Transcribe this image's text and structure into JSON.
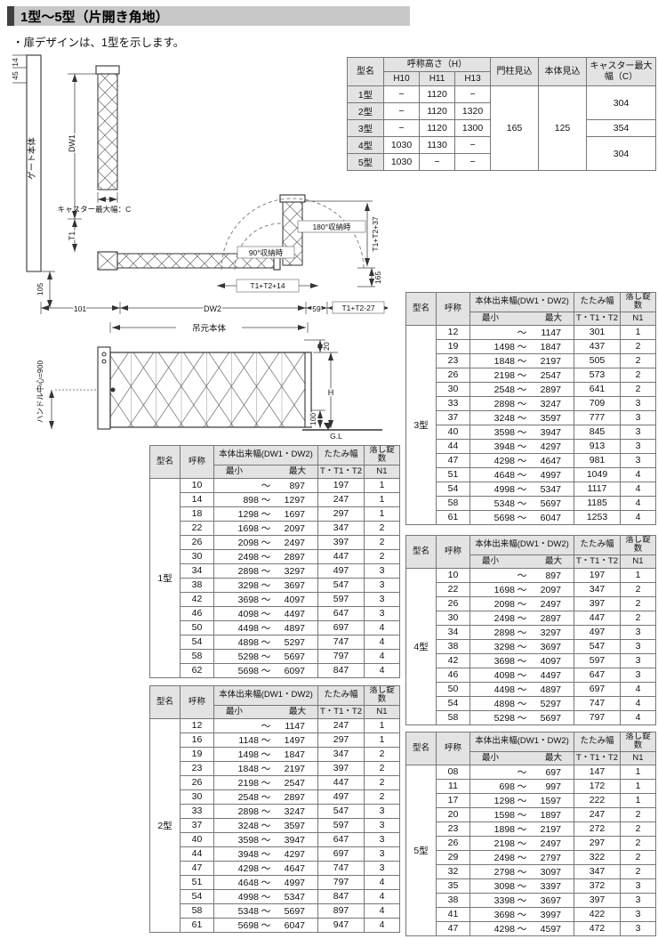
{
  "page": {
    "title": "1型〜5型（片開き角地）",
    "note": "・扉デザインは、1型を示します。"
  },
  "spec_table": {
    "headers": {
      "model": "型名",
      "height": "呼称高さ（H）",
      "h10": "H10",
      "h11": "H11",
      "h13": "H13",
      "pillar": "門柱見込",
      "body": "本体見込",
      "caster": "キャスター最大幅（C）"
    },
    "rows": [
      {
        "model": "1型",
        "h10": "−",
        "h11": "1120",
        "h13": "−"
      },
      {
        "model": "2型",
        "h10": "−",
        "h11": "1120",
        "h13": "1320"
      },
      {
        "model": "3型",
        "h10": "−",
        "h11": "1120",
        "h13": "1300"
      },
      {
        "model": "4型",
        "h10": "1030",
        "h11": "1130",
        "h13": "−"
      },
      {
        "model": "5型",
        "h10": "1030",
        "h11": "−",
        "h13": "−"
      }
    ],
    "pillar": "165",
    "body": "125",
    "caster": [
      "304",
      "354",
      "304"
    ]
  },
  "size_header": {
    "model": "型名",
    "name": "呼称",
    "width": "本体出来幅(DW1・DW2)",
    "min": "最小",
    "max": "最大",
    "tilde": "〜",
    "fold1": "たたみ幅",
    "fold2": "T・T1・T2",
    "lock1": "落し錠数",
    "lock2": "N1"
  },
  "size_tables": [
    {
      "model": "1型",
      "rows": [
        {
          "name": "10",
          "min": "",
          "max": "897",
          "fold": "197",
          "lock": "1"
        },
        {
          "name": "14",
          "min": "898",
          "max": "1297",
          "fold": "247",
          "lock": "1"
        },
        {
          "name": "18",
          "min": "1298",
          "max": "1697",
          "fold": "297",
          "lock": "1"
        },
        {
          "name": "22",
          "min": "1698",
          "max": "2097",
          "fold": "347",
          "lock": "2"
        },
        {
          "name": "26",
          "min": "2098",
          "max": "2497",
          "fold": "397",
          "lock": "2"
        },
        {
          "name": "30",
          "min": "2498",
          "max": "2897",
          "fold": "447",
          "lock": "2"
        },
        {
          "name": "34",
          "min": "2898",
          "max": "3297",
          "fold": "497",
          "lock": "3"
        },
        {
          "name": "38",
          "min": "3298",
          "max": "3697",
          "fold": "547",
          "lock": "3"
        },
        {
          "name": "42",
          "min": "3698",
          "max": "4097",
          "fold": "597",
          "lock": "3"
        },
        {
          "name": "46",
          "min": "4098",
          "max": "4497",
          "fold": "647",
          "lock": "3"
        },
        {
          "name": "50",
          "min": "4498",
          "max": "4897",
          "fold": "697",
          "lock": "4"
        },
        {
          "name": "54",
          "min": "4898",
          "max": "5297",
          "fold": "747",
          "lock": "4"
        },
        {
          "name": "58",
          "min": "5298",
          "max": "5697",
          "fold": "797",
          "lock": "4"
        },
        {
          "name": "62",
          "min": "5698",
          "max": "6097",
          "fold": "847",
          "lock": "4"
        }
      ]
    },
    {
      "model": "2型",
      "rows": [
        {
          "name": "12",
          "min": "",
          "max": "1147",
          "fold": "247",
          "lock": "1"
        },
        {
          "name": "16",
          "min": "1148",
          "max": "1497",
          "fold": "297",
          "lock": "1"
        },
        {
          "name": "19",
          "min": "1498",
          "max": "1847",
          "fold": "347",
          "lock": "2"
        },
        {
          "name": "23",
          "min": "1848",
          "max": "2197",
          "fold": "397",
          "lock": "2"
        },
        {
          "name": "26",
          "min": "2198",
          "max": "2547",
          "fold": "447",
          "lock": "2"
        },
        {
          "name": "30",
          "min": "2548",
          "max": "2897",
          "fold": "497",
          "lock": "2"
        },
        {
          "name": "33",
          "min": "2898",
          "max": "3247",
          "fold": "547",
          "lock": "3"
        },
        {
          "name": "37",
          "min": "3248",
          "max": "3597",
          "fold": "597",
          "lock": "3"
        },
        {
          "name": "40",
          "min": "3598",
          "max": "3947",
          "fold": "647",
          "lock": "3"
        },
        {
          "name": "44",
          "min": "3948",
          "max": "4297",
          "fold": "697",
          "lock": "3"
        },
        {
          "name": "47",
          "min": "4298",
          "max": "4647",
          "fold": "747",
          "lock": "3"
        },
        {
          "name": "51",
          "min": "4648",
          "max": "4997",
          "fold": "797",
          "lock": "4"
        },
        {
          "name": "54",
          "min": "4998",
          "max": "5347",
          "fold": "847",
          "lock": "4"
        },
        {
          "name": "58",
          "min": "5348",
          "max": "5697",
          "fold": "897",
          "lock": "4"
        },
        {
          "name": "61",
          "min": "5698",
          "max": "6047",
          "fold": "947",
          "lock": "4"
        }
      ]
    },
    {
      "model": "3型",
      "rows": [
        {
          "name": "12",
          "min": "",
          "max": "1147",
          "fold": "301",
          "lock": "1"
        },
        {
          "name": "19",
          "min": "1498",
          "max": "1847",
          "fold": "437",
          "lock": "2"
        },
        {
          "name": "23",
          "min": "1848",
          "max": "2197",
          "fold": "505",
          "lock": "2"
        },
        {
          "name": "26",
          "min": "2198",
          "max": "2547",
          "fold": "573",
          "lock": "2"
        },
        {
          "name": "30",
          "min": "2548",
          "max": "2897",
          "fold": "641",
          "lock": "2"
        },
        {
          "name": "33",
          "min": "2898",
          "max": "3247",
          "fold": "709",
          "lock": "3"
        },
        {
          "name": "37",
          "min": "3248",
          "max": "3597",
          "fold": "777",
          "lock": "3"
        },
        {
          "name": "40",
          "min": "3598",
          "max": "3947",
          "fold": "845",
          "lock": "3"
        },
        {
          "name": "44",
          "min": "3948",
          "max": "4297",
          "fold": "913",
          "lock": "3"
        },
        {
          "name": "47",
          "min": "4298",
          "max": "4647",
          "fold": "981",
          "lock": "3"
        },
        {
          "name": "51",
          "min": "4648",
          "max": "4997",
          "fold": "1049",
          "lock": "4"
        },
        {
          "name": "54",
          "min": "4998",
          "max": "5347",
          "fold": "1117",
          "lock": "4"
        },
        {
          "name": "58",
          "min": "5348",
          "max": "5697",
          "fold": "1185",
          "lock": "4"
        },
        {
          "name": "61",
          "min": "5698",
          "max": "6047",
          "fold": "1253",
          "lock": "4"
        }
      ]
    },
    {
      "model": "4型",
      "rows": [
        {
          "name": "10",
          "min": "",
          "max": "897",
          "fold": "197",
          "lock": "1"
        },
        {
          "name": "22",
          "min": "1698",
          "max": "2097",
          "fold": "347",
          "lock": "2"
        },
        {
          "name": "26",
          "min": "2098",
          "max": "2497",
          "fold": "397",
          "lock": "2"
        },
        {
          "name": "30",
          "min": "2498",
          "max": "2897",
          "fold": "447",
          "lock": "2"
        },
        {
          "name": "34",
          "min": "2898",
          "max": "3297",
          "fold": "497",
          "lock": "3"
        },
        {
          "name": "38",
          "min": "3298",
          "max": "3697",
          "fold": "547",
          "lock": "3"
        },
        {
          "name": "42",
          "min": "3698",
          "max": "4097",
          "fold": "597",
          "lock": "3"
        },
        {
          "name": "46",
          "min": "4098",
          "max": "4497",
          "fold": "647",
          "lock": "3"
        },
        {
          "name": "50",
          "min": "4498",
          "max": "4897",
          "fold": "697",
          "lock": "4"
        },
        {
          "name": "54",
          "min": "4898",
          "max": "5297",
          "fold": "747",
          "lock": "4"
        },
        {
          "name": "58",
          "min": "5298",
          "max": "5697",
          "fold": "797",
          "lock": "4"
        }
      ]
    },
    {
      "model": "5型",
      "rows": [
        {
          "name": "08",
          "min": "",
          "max": "697",
          "fold": "147",
          "lock": "1"
        },
        {
          "name": "11",
          "min": "698",
          "max": "997",
          "fold": "172",
          "lock": "1"
        },
        {
          "name": "17",
          "min": "1298",
          "max": "1597",
          "fold": "222",
          "lock": "1"
        },
        {
          "name": "20",
          "min": "1598",
          "max": "1897",
          "fold": "247",
          "lock": "2"
        },
        {
          "name": "23",
          "min": "1898",
          "max": "2197",
          "fold": "272",
          "lock": "2"
        },
        {
          "name": "26",
          "min": "2198",
          "max": "2497",
          "fold": "297",
          "lock": "2"
        },
        {
          "name": "29",
          "min": "2498",
          "max": "2797",
          "fold": "322",
          "lock": "2"
        },
        {
          "name": "32",
          "min": "2798",
          "max": "3097",
          "fold": "347",
          "lock": "2"
        },
        {
          "name": "35",
          "min": "3098",
          "max": "3397",
          "fold": "372",
          "lock": "3"
        },
        {
          "name": "38",
          "min": "3398",
          "max": "3697",
          "fold": "397",
          "lock": "3"
        },
        {
          "name": "41",
          "min": "3698",
          "max": "3997",
          "fold": "422",
          "lock": "3"
        },
        {
          "name": "47",
          "min": "4298",
          "max": "4597",
          "fold": "472",
          "lock": "3"
        }
      ]
    }
  ],
  "diagram": {
    "labels": {
      "d14": "14",
      "d45": "45",
      "gate_body": "ゲート本体",
      "dw1": "DW1",
      "caster": "キャスター最大幅：C",
      "t1": "T1",
      "stow90": "90°収納時",
      "stow180": "180°収納時",
      "t1t2p37": "T1+T2+37",
      "d165": "165",
      "t1t2p14": "T1+T2+14",
      "d105": "105",
      "d101": "101",
      "dw2": "DW2",
      "d59": "59",
      "t1t2m27": "T1+T2-27",
      "hanging": "吊元本体",
      "handle": "ハンドル中心=900",
      "h": "H",
      "d20": "20",
      "d100": "100",
      "gl": "G.L"
    }
  }
}
